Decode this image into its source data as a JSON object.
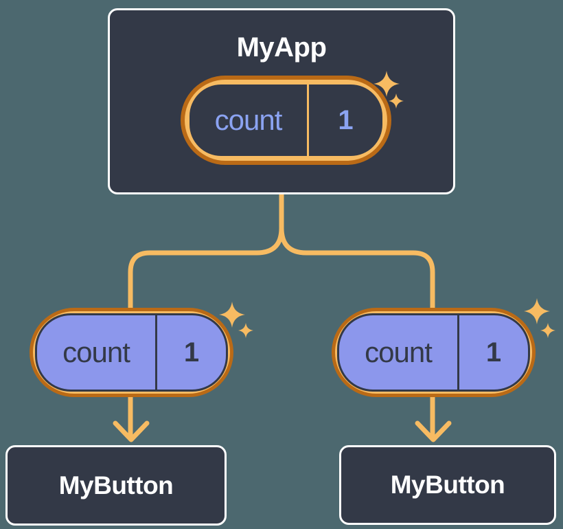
{
  "diagram": {
    "description": "React component tree sharing state",
    "root": {
      "title": "MyApp",
      "state_name": "count",
      "state_value": "1"
    },
    "children": [
      {
        "title": "MyButton",
        "state_name": "count",
        "state_value": "1"
      },
      {
        "title": "MyButton",
        "state_name": "count",
        "state_value": "1"
      }
    ]
  },
  "icons": {
    "sparkle": "four-point-star"
  },
  "colors": {
    "background": "#4c686f",
    "box_fill": "#333947",
    "box_border": "#ffffff",
    "pill_ring_dark_orange": "#ba6a16",
    "pill_ring_light_orange": "#f7bb62",
    "pill_fill_periwinkle": "#8c97ec",
    "text_light": "#ffffff",
    "text_dark": "#333947",
    "text_periwinkle": "#8ba3f2",
    "connector": "#f7bb62"
  }
}
